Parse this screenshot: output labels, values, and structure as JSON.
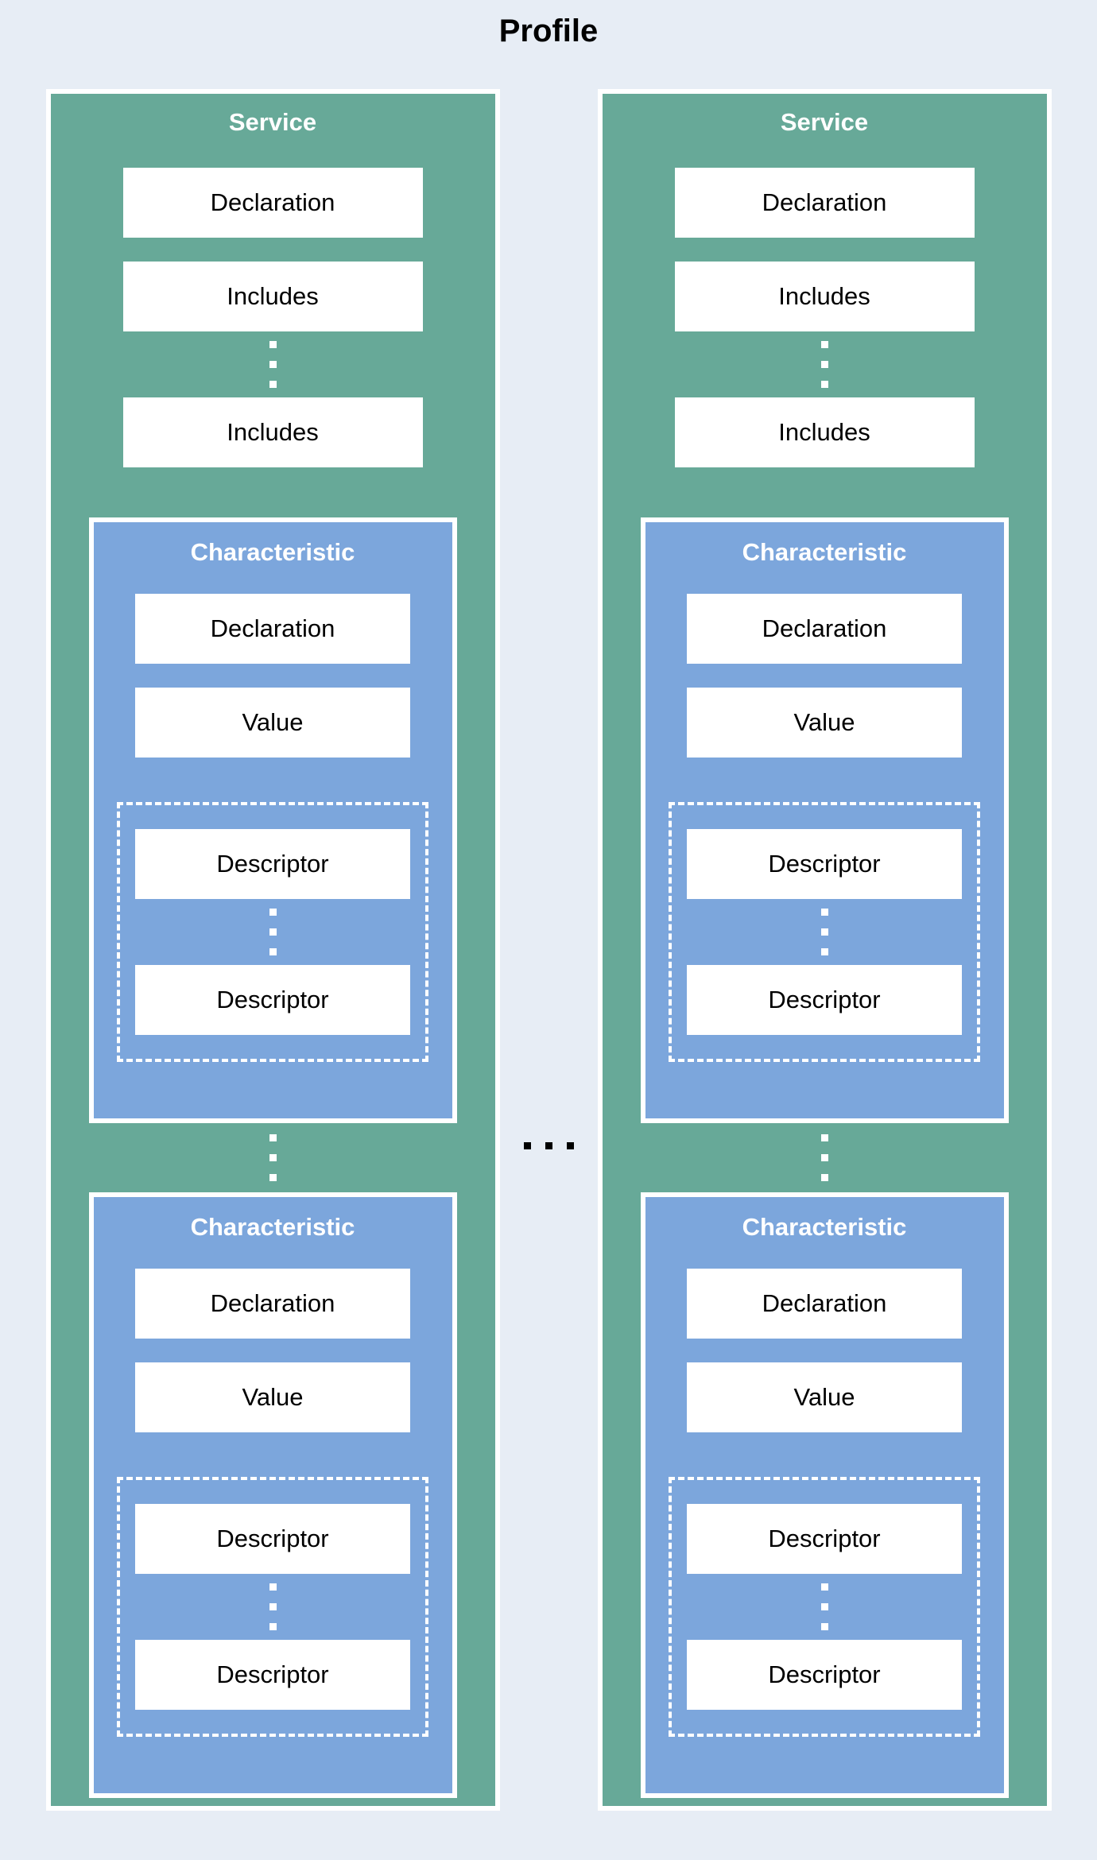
{
  "title": "Profile",
  "colors": {
    "background": "#e7edf5",
    "service_fill": "#67a998",
    "characteristic_fill": "#7ca6dc",
    "box_fill": "#ffffff",
    "text": "#000000",
    "heading_text": "#ffffff"
  },
  "icons": {
    "between_services": "horizontal-ellipsis",
    "repeat_indicator": "vertical-ellipsis"
  },
  "services": [
    {
      "heading": "Service",
      "declaration": "Declaration",
      "includes": [
        "Includes",
        "Includes"
      ],
      "characteristics": [
        {
          "heading": "Characteristic",
          "declaration": "Declaration",
          "value": "Value",
          "descriptors": [
            "Descriptor",
            "Descriptor"
          ]
        },
        {
          "heading": "Characteristic",
          "declaration": "Declaration",
          "value": "Value",
          "descriptors": [
            "Descriptor",
            "Descriptor"
          ]
        }
      ]
    },
    {
      "heading": "Service",
      "declaration": "Declaration",
      "includes": [
        "Includes",
        "Includes"
      ],
      "characteristics": [
        {
          "heading": "Characteristic",
          "declaration": "Declaration",
          "value": "Value",
          "descriptors": [
            "Descriptor",
            "Descriptor"
          ]
        },
        {
          "heading": "Characteristic",
          "declaration": "Declaration",
          "value": "Value",
          "descriptors": [
            "Descriptor",
            "Descriptor"
          ]
        }
      ]
    }
  ]
}
